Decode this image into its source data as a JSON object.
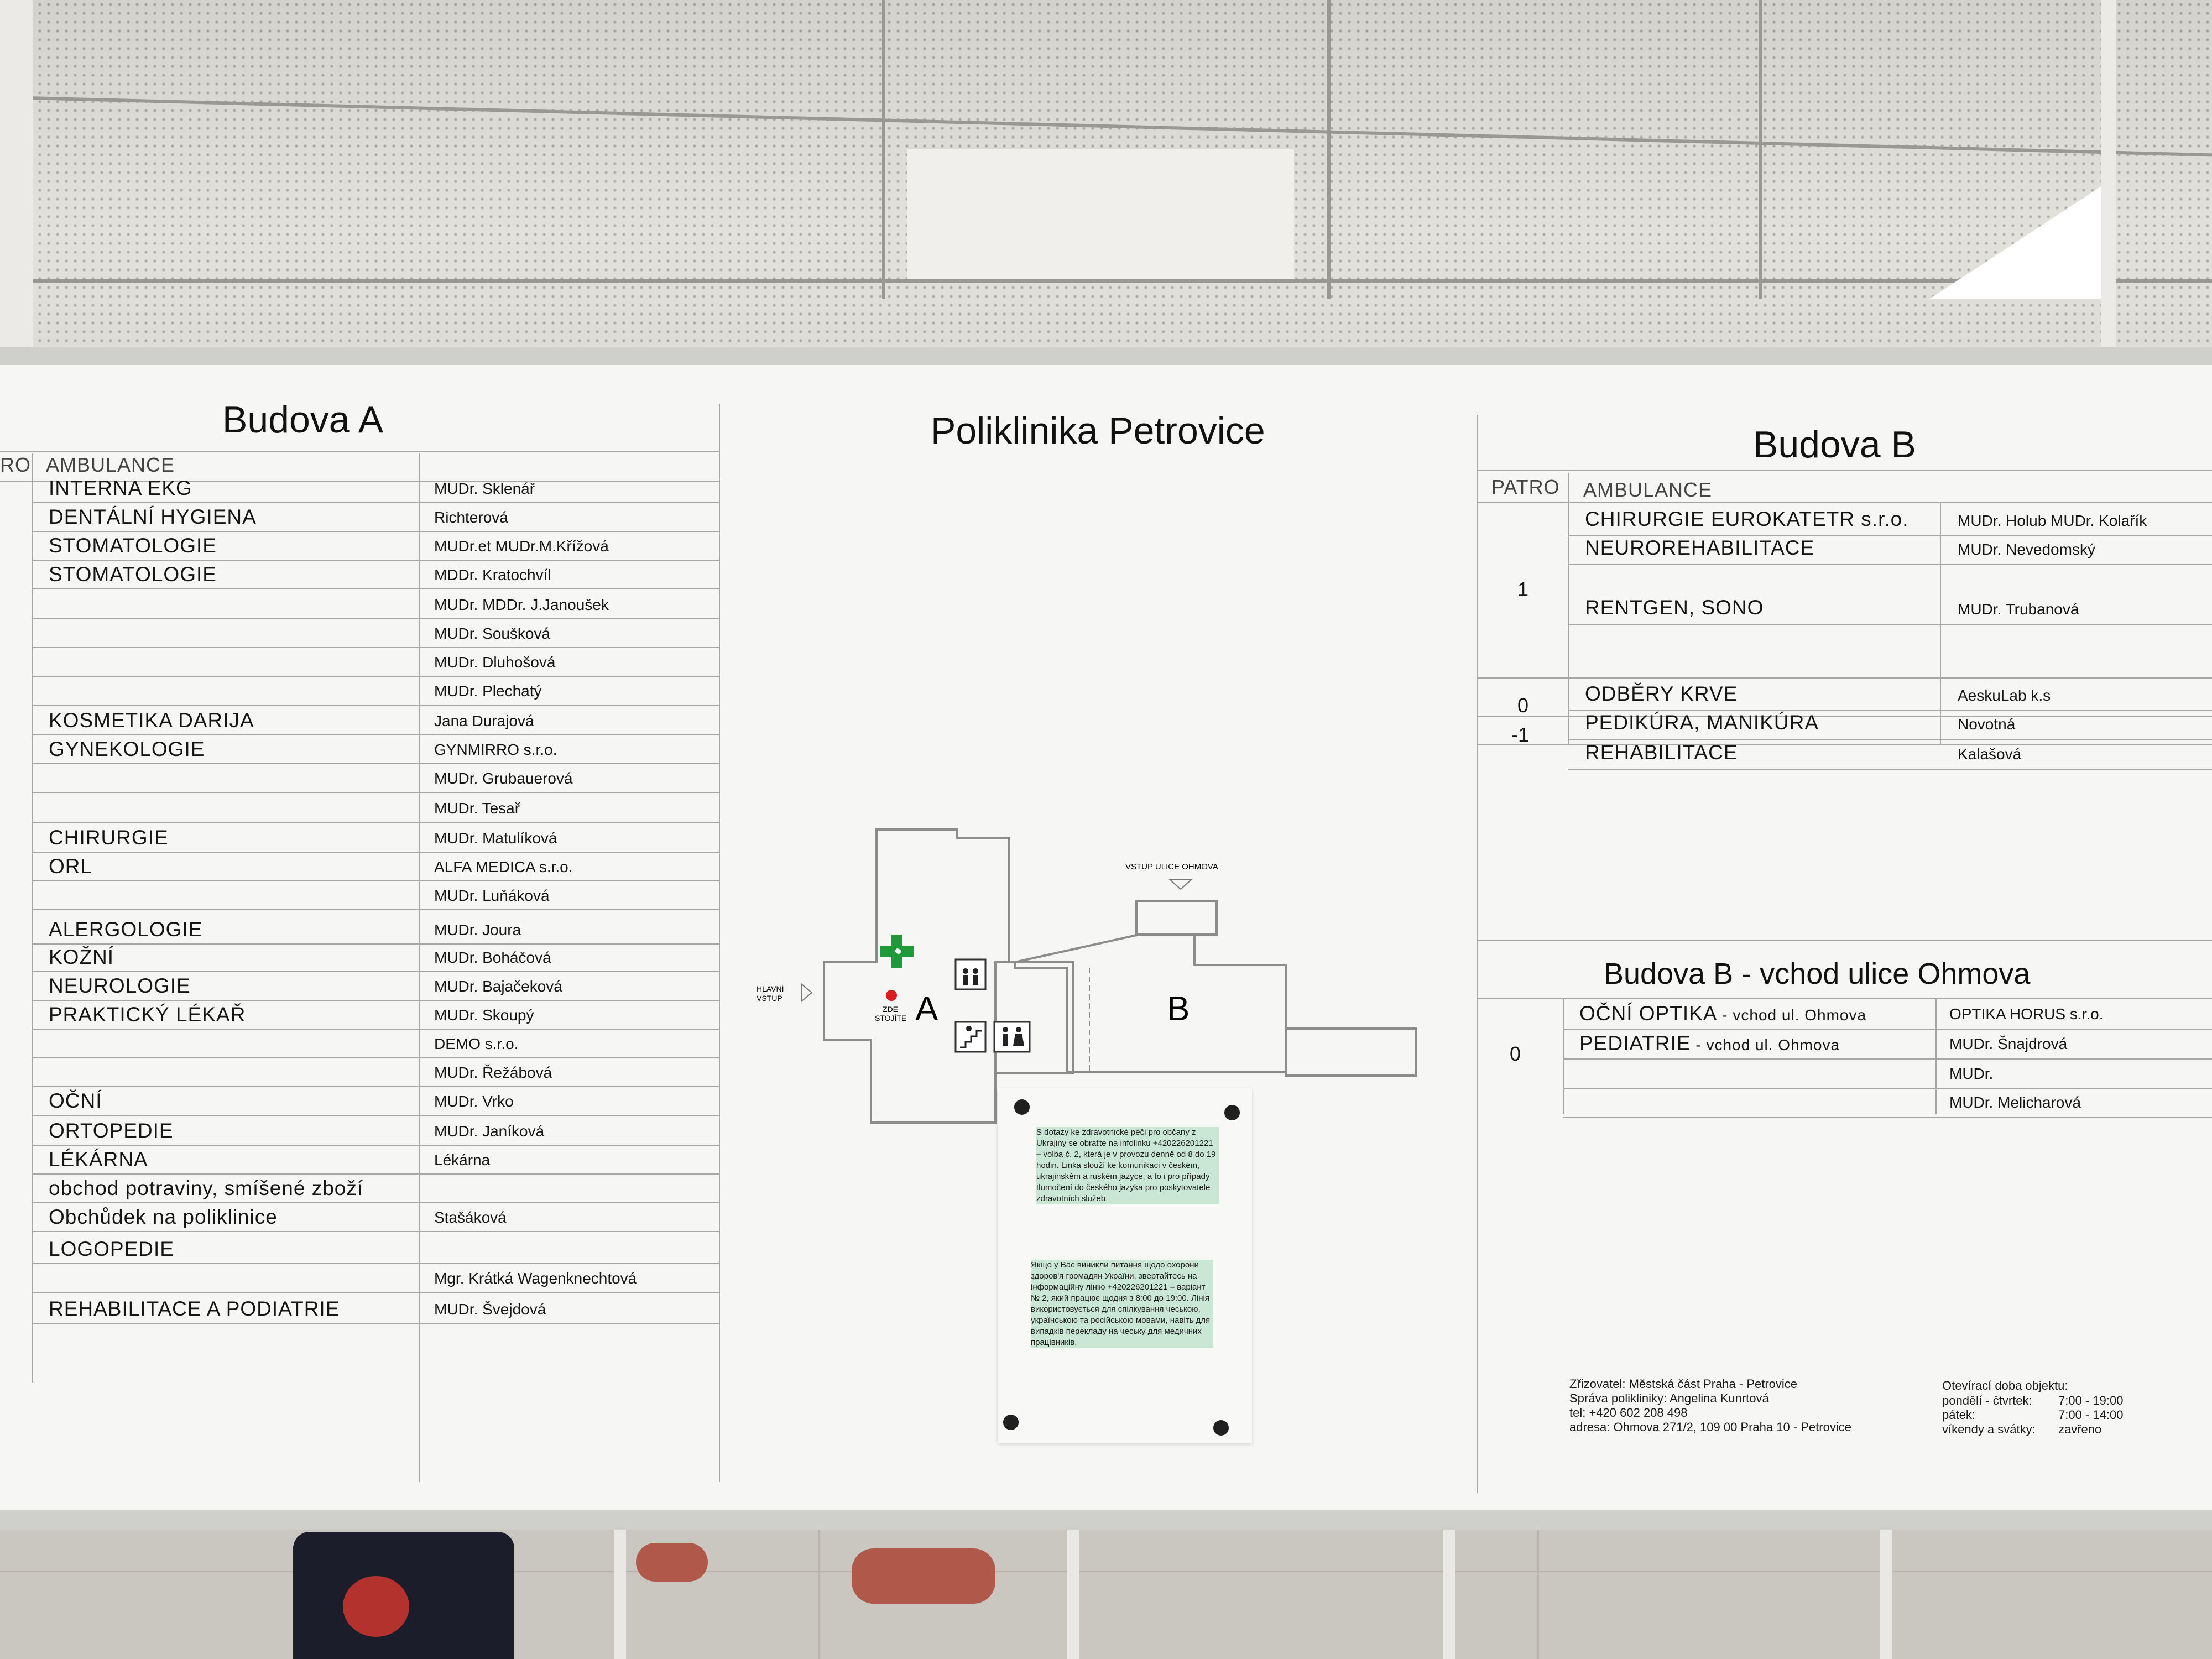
{
  "main_title": "Poliklinika Petrovice",
  "budova_a": {
    "title": "Budova A",
    "col_patro": "RO",
    "col_ambulance": "AMBULANCE",
    "rows": [
      {
        "dept": "INTERNA  EKG",
        "doctor": "MUDr. Sklenář"
      },
      {
        "dept": "DENTÁLNÍ HYGIENA",
        "doctor": "Richterová"
      },
      {
        "dept": "STOMATOLOGIE",
        "doctor": "MUDr.et MUDr.M.Křížová"
      },
      {
        "dept": "STOMATOLOGIE",
        "doctor": "MDDr. Kratochvíl"
      },
      {
        "dept": "",
        "doctor": "MUDr. MDDr.  J.Janoušek"
      },
      {
        "dept": "",
        "doctor": "MUDr. Soušková"
      },
      {
        "dept": "",
        "doctor": "MUDr. Dluhošová"
      },
      {
        "dept": "",
        "doctor": "MUDr. Plechatý"
      },
      {
        "dept": "KOSMETIKA DARIJA",
        "doctor": "Jana Durajová"
      },
      {
        "dept": "GYNEKOLOGIE",
        "doctor": "GYNMIRRO s.r.o."
      },
      {
        "dept": "",
        "doctor": "MUDr. Grubauerová"
      },
      {
        "dept": "",
        "doctor": "MUDr. Tesař"
      },
      {
        "dept": "CHIRURGIE",
        "doctor": "MUDr. Matulíková"
      },
      {
        "dept": "ORL",
        "doctor": "ALFA MEDICA s.r.o."
      },
      {
        "dept": "",
        "doctor": "MUDr. Luňáková"
      },
      {
        "dept": "ALERGOLOGIE",
        "doctor": "MUDr. Joura"
      },
      {
        "dept": "KOŽNÍ",
        "doctor": "MUDr. Boháčová"
      },
      {
        "dept": "NEUROLOGIE",
        "doctor": "MUDr. Bajačeková"
      },
      {
        "dept": "PRAKTICKÝ LÉKAŘ",
        "doctor": "MUDr. Skoupý"
      },
      {
        "dept": "",
        "doctor": "DEMO s.r.o."
      },
      {
        "dept": "",
        "doctor": "MUDr. Řežábová"
      },
      {
        "dept": "OČNÍ",
        "doctor": "MUDr. Vrko"
      },
      {
        "dept": "ORTOPEDIE",
        "doctor": "MUDr. Janíková"
      },
      {
        "dept": "LÉKÁRNA",
        "doctor": "Lékárna"
      },
      {
        "dept": "obchod potraviny,  smíšené zboží",
        "doctor": ""
      },
      {
        "dept": "Obchůdek na poliklinice",
        "doctor": "Stašáková"
      },
      {
        "dept": "LOGOPEDIE",
        "doctor": ""
      },
      {
        "dept": "",
        "doctor": "Mgr. Krátká Wagenknechtová"
      },
      {
        "dept": "REHABILITACE A PODIATRIE",
        "doctor": "MUDr. Švejdová"
      }
    ]
  },
  "budova_b": {
    "title": "Budova B",
    "col_patro": "PATRO",
    "col_ambulance": "AMBULANCE",
    "floors": [
      "1",
      "0",
      "-1"
    ],
    "rows": [
      {
        "dept": "CHIRURGIE   EUROKATETR s.r.o.",
        "doctor": "MUDr. Holub    MUDr. Kolařík"
      },
      {
        "dept": "NEUROREHABILITACE",
        "doctor": "MUDr. Nevedomský"
      },
      {
        "dept": "RENTGEN, SONO",
        "doctor": "MUDr. Trubanová"
      },
      {
        "dept": "ODBĚRY KRVE",
        "doctor": "AeskuLab k.s"
      },
      {
        "dept": "PEDIKÚRA, MANIKÚRA",
        "doctor": "Novotná"
      },
      {
        "dept": "REHABILITACE",
        "doctor": "Kalašová"
      }
    ]
  },
  "budova_b_ohmova": {
    "title": "Budova B - vchod ulice Ohmova",
    "floor": "0",
    "rows": [
      {
        "dept": "OČNÍ OPTIKA",
        "note": " - vchod ul. Ohmova",
        "doctor": "OPTIKA HORUS s.r.o."
      },
      {
        "dept": "PEDIATRIE",
        "note": " - vchod ul. Ohmova",
        "doctor": "MUDr. Šnajdrová"
      },
      {
        "dept": "",
        "note": "",
        "doctor": "MUDr."
      },
      {
        "dept": "",
        "note": "",
        "doctor": "MUDr. Melicharová"
      }
    ]
  },
  "map": {
    "entrance_main": [
      "HLAVNÍ",
      "VSTUP"
    ],
    "entrance_ohmova": "VSTUP ULICE OHMOVA",
    "you_are_here": [
      "ZDE",
      "STOJÍTE"
    ],
    "building_a": "A",
    "building_b": "B",
    "colors": {
      "pharmacy": "#1f9a3a",
      "you_are_here": "#d42020"
    }
  },
  "poster": {
    "czech": "S dotazy ke zdravotnické péči pro občany z Ukrajiny se obraťte na infolinku +420226201221 – volba č. 2, která je v provozu denně od 8 do 19 hodin. Linka slouží ke komunikaci v českém, ukrajinském a ruském jazyce, a to i pro případy tlumočení do českého jazyka pro poskytovatele zdravotních služeb.",
    "ukrainian": "Якщо у Вас виникли питання щодо охорони здоров'я громадян України, звертайтесь на інформаційну лінію +420226201221 – варіант № 2, який працює щодня з 8:00 до 19:00. Лінія використовується для спілкування чеською, українською та російською мовами, навіть для випадків перекладу на чеську для медичних працівників."
  },
  "footer": {
    "zrizovatel": "Zřizovatel: Městská část Praha - Petrovice",
    "sprava": "Správa polikliniky: Angelina Kunrtová",
    "tel": "tel: +420 602 208 498",
    "adresa": "adresa: Ohmova 271/2, 109 00 Praha 10 - Petrovice",
    "hours_title": "Otevírací doba objektu:",
    "hours": [
      {
        "days": "pondělí - čtvrtek:",
        "time": "7:00 - 19:00"
      },
      {
        "days": "pátek:",
        "time": "7:00 - 14:00"
      },
      {
        "days": "víkendy a svátky:",
        "time": "zavřeno"
      }
    ]
  }
}
